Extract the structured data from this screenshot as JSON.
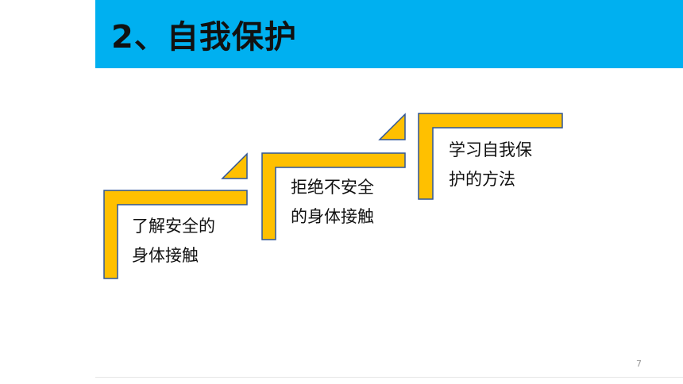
{
  "slide": {
    "title": "2、自我保护",
    "page_number": "7",
    "colors": {
      "title_bar": "#00b0f0",
      "step_fill": "#ffc000",
      "step_outline": "#2f5597"
    }
  },
  "steps": [
    {
      "line1": "了解安全的",
      "line2": "身体接触"
    },
    {
      "line1": "拒绝不安全",
      "line2": "的身体接触"
    },
    {
      "line1": "学习自我保",
      "line2": "护的方法"
    }
  ]
}
